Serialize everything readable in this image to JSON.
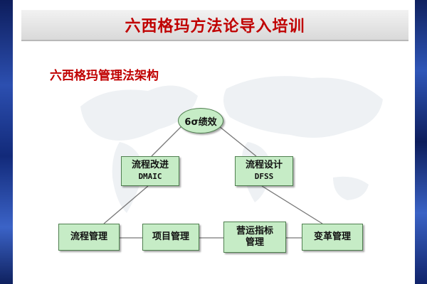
{
  "slide": {
    "title": "六西格玛方法论导入培训",
    "subtitle": "六西格玛管理法架构"
  },
  "diagram": {
    "top": {
      "label": "6σ绩效"
    },
    "left_mid": {
      "label": "流程改进",
      "sub": "DMAIC"
    },
    "right_mid": {
      "label": "流程设计",
      "sub": "DFSS"
    },
    "bottom": [
      {
        "label": "流程管理"
      },
      {
        "label": "项目管理"
      },
      {
        "label": "营运指标",
        "label2": "管理"
      },
      {
        "label": "变革管理"
      }
    ]
  },
  "colors": {
    "title_text": "#c00000",
    "node_fill": "#c6ecc6",
    "node_border": "#4f7f4f",
    "connector": "#777777"
  }
}
